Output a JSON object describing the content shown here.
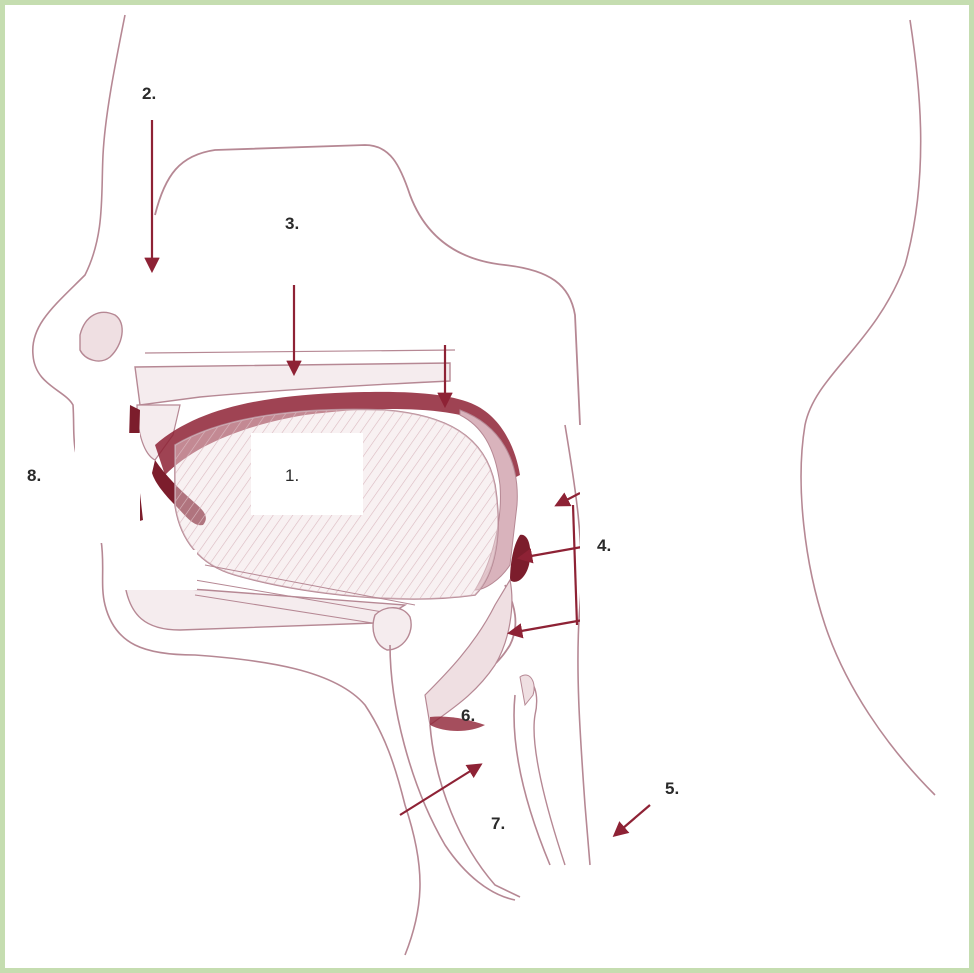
{
  "diagram": {
    "subject": "sagittal section of head and neck",
    "labels": {
      "l1": "1.",
      "l2": "2.",
      "l3": "3.",
      "l4": "4.",
      "l5": "5.",
      "l6": "6.",
      "l7": "7.",
      "l8": "8."
    },
    "colors": {
      "line": "#b68894",
      "fill_light": "#efdfe2",
      "fill_mid": "#d9b3bc",
      "accent": "#7c1d2c",
      "arrow": "#8e2235",
      "frame": "#c5ddb0"
    }
  }
}
